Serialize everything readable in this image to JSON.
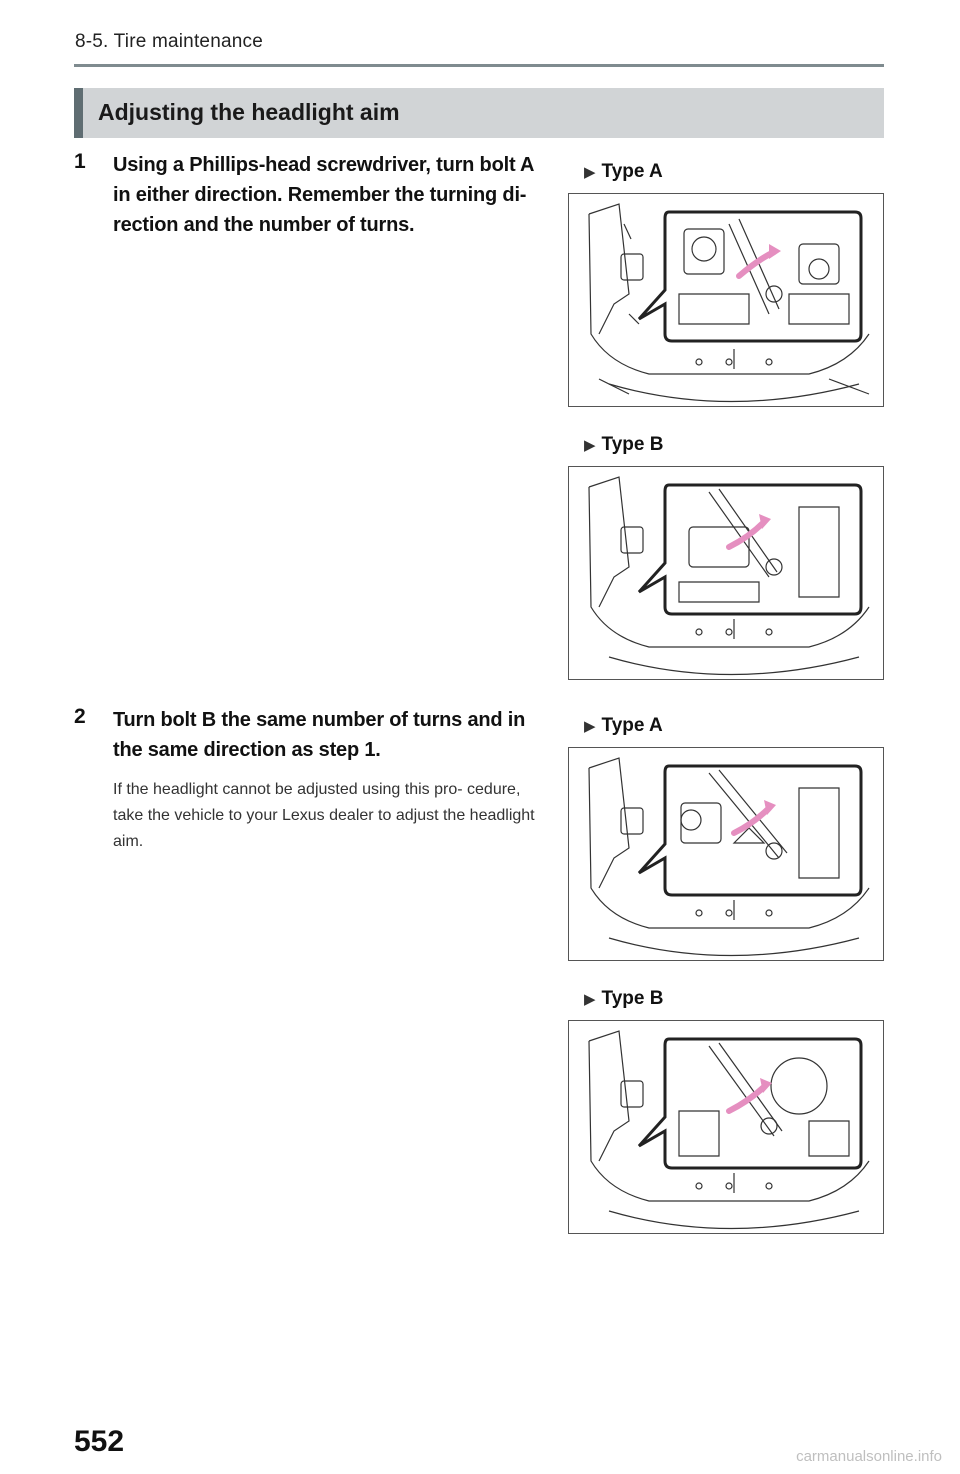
{
  "header": {
    "section": "8-5. Tire maintenance"
  },
  "section_title": "Adjusting the headlight aim",
  "steps": [
    {
      "number": "1",
      "text": "Using a Phillips-head screwdriver, turn bolt A in either direction. Remember the turning di- rection and the number of turns.",
      "note": ""
    },
    {
      "number": "2",
      "text": "Turn bolt B the same number of turns and in the same direction as step 1.",
      "note": "If the headlight cannot be adjusted using this pro- cedure, take the vehicle to your Lexus dealer to adjust the headlight aim."
    }
  ],
  "figures": [
    {
      "label": "Type A",
      "icon": "triangle-right-icon"
    },
    {
      "label": "Type B",
      "icon": "triangle-right-icon"
    },
    {
      "label": "Type A",
      "icon": "triangle-right-icon"
    },
    {
      "label": "Type B",
      "icon": "triangle-right-icon"
    }
  ],
  "colors": {
    "arrow": "#e58fc0",
    "bar": "#d1d4d6",
    "bar_accent": "#5f6d72"
  },
  "page_number": "552",
  "watermark": "carmanualsonline.info"
}
